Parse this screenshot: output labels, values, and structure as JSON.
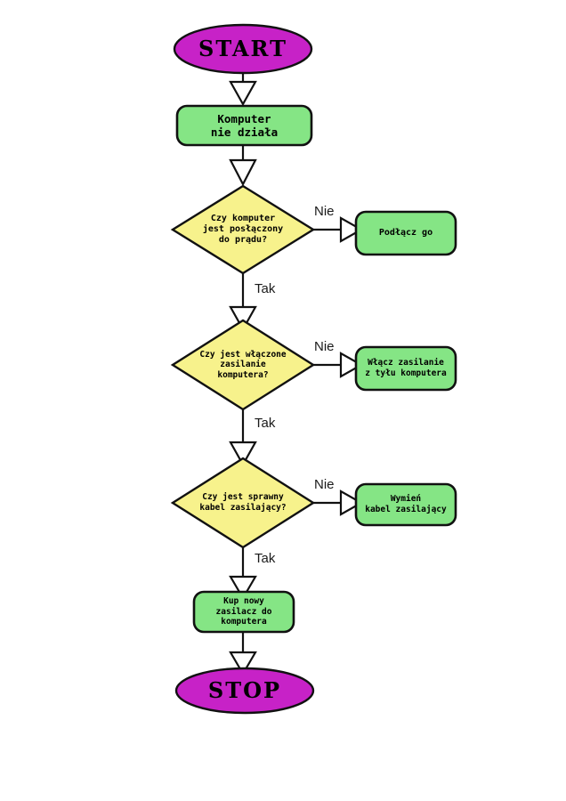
{
  "diagram": {
    "title": "Komputer nie dziala - diagram rozwiazywania problemu",
    "language": "pl",
    "colors": {
      "terminator_fill": "#c722c7",
      "process_fill": "#85e585",
      "decision_fill": "#f7f28c",
      "stroke": "#111111",
      "arrow_fill": "#ffffff",
      "background": "#ffffff",
      "text": "#000000"
    },
    "nodes": {
      "start": {
        "label": "START",
        "shape": "ellipse"
      },
      "problem": {
        "label": "Komputer\nnie działa",
        "shape": "process"
      },
      "decision_plugged": {
        "label": "Czy komputer\njest posłączony\ndo prądu?",
        "shape": "decision"
      },
      "action_plug_in": {
        "label": "Podłącz go",
        "shape": "process"
      },
      "decision_power_on": {
        "label": "Czy jest włączone\nzasilanie\nkomputera?",
        "shape": "decision"
      },
      "action_switch_on": {
        "label": "Włącz zasilanie\nz tyłu komputera",
        "shape": "process"
      },
      "decision_cable_ok": {
        "label": "Czy jest sprawny\nkabel zasilający?",
        "shape": "decision"
      },
      "action_replace_cable": {
        "label": "Wymień\nkabel zasilający",
        "shape": "process"
      },
      "action_buy_psu": {
        "label": "Kup nowy\nzasilacz do\nkomputera",
        "shape": "process"
      },
      "stop": {
        "label": "STOP",
        "shape": "ellipse"
      }
    },
    "edge_labels": {
      "no_1": "Nie",
      "yes_1": "Tak",
      "no_2": "Nie",
      "yes_2": "Tak",
      "no_3": "Nie",
      "yes_3": "Tak"
    }
  }
}
